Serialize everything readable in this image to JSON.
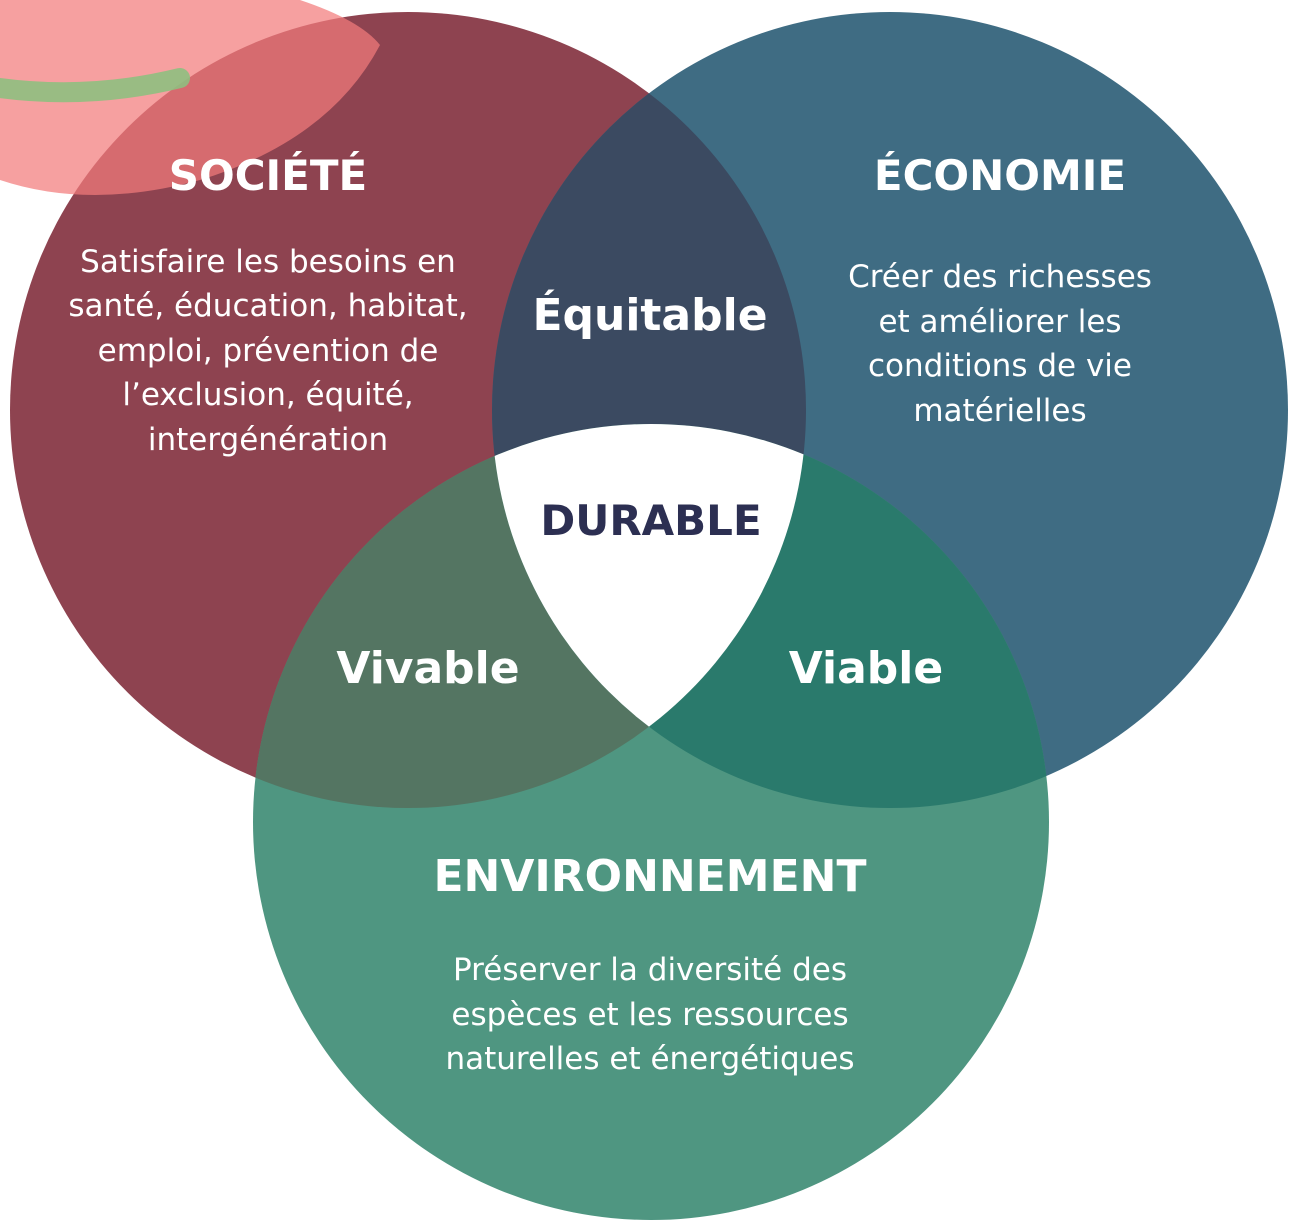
{
  "colors": {
    "societe": "#8e4350",
    "economie": "#3f6c83",
    "environnement": "#4f9681",
    "equitable": "#3b4a61",
    "vivable": "#547562",
    "viable": "#2a7a6c",
    "durable_bg": "#ffffff",
    "durable_text": "#2c2f52",
    "deco_pink": "#f37c7c",
    "deco_green": "#8fbf7f"
  },
  "societe": {
    "title": "SOCIÉTÉ",
    "lines": [
      "Satisfaire les besoins en",
      "santé, éducation, habitat,",
      "emploi, prévention de",
      "l’exclusion, équité,",
      "intergénération"
    ]
  },
  "economie": {
    "title": "ÉCONOMIE",
    "lines": [
      "Créer des richesses",
      "et améliorer les",
      "conditions de vie",
      "matérielles"
    ]
  },
  "environnement": {
    "title": "ENVIRONNEMENT",
    "lines": [
      "Préserver la diversité des",
      "espèces et les ressources",
      "naturelles et énergétiques"
    ]
  },
  "intersections": {
    "equitable": "Équitable",
    "vivable": "Vivable",
    "viable": "Viable",
    "durable": "DURABLE"
  }
}
